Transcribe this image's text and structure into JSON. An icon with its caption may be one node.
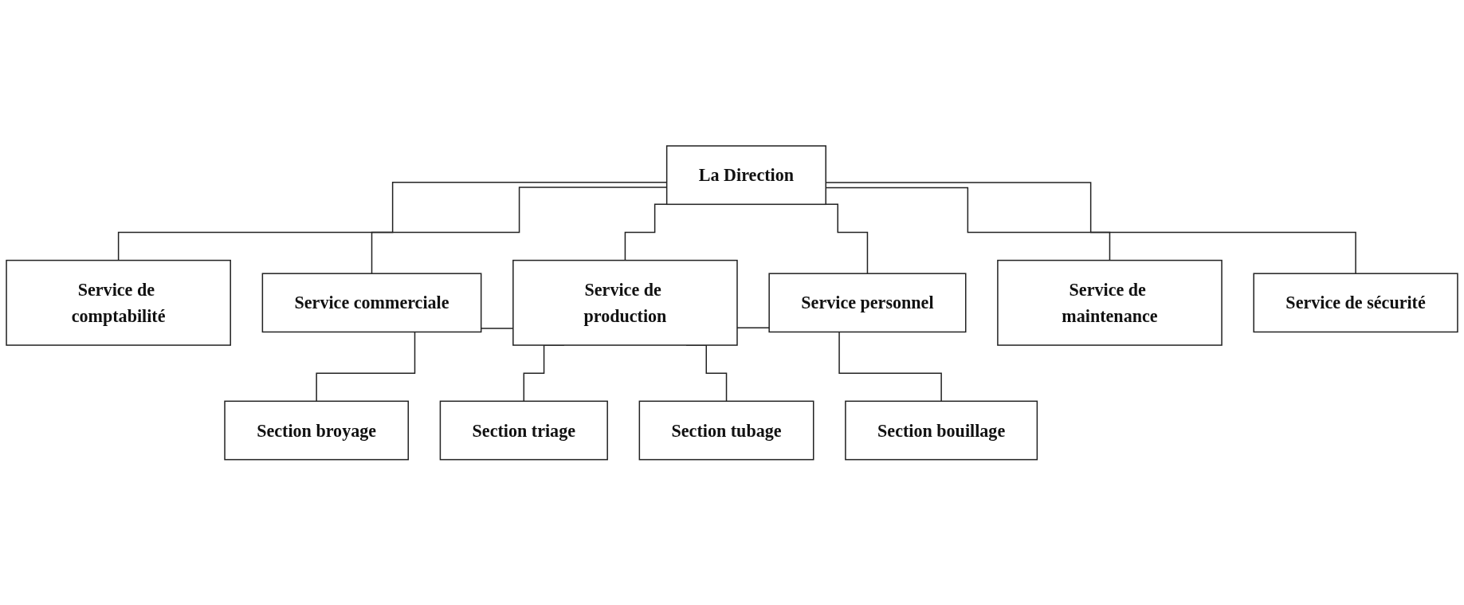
{
  "diagram": {
    "nodes": [
      {
        "text": [
          "La Direction"
        ]
      },
      {
        "text": [
          "Service de comptabilité"
        ]
      },
      {
        "text": [
          "Service commerciale"
        ]
      },
      {
        "text": [
          "Service de production"
        ]
      },
      {
        "text": [
          "Service personnel"
        ]
      },
      {
        "text": [
          "Service de maintenance"
        ]
      },
      {
        "text": [
          "Service de sécurité"
        ]
      },
      {
        "text": [
          "Section broyage"
        ]
      },
      {
        "text": [
          "Section triage"
        ]
      },
      {
        "text": [
          "Section tubage"
        ]
      },
      {
        "text": [
          "Section bouillage"
        ]
      }
    ],
    "edges": [
      {
        "from": 0,
        "to": 1,
        "arrow": "none"
      },
      {
        "from": 0,
        "to": 2,
        "arrow": "none"
      },
      {
        "from": 0,
        "to": 3,
        "arrow": "none"
      },
      {
        "from": 0,
        "to": 4,
        "arrow": "none"
      },
      {
        "from": 0,
        "to": 5,
        "arrow": "none"
      },
      {
        "from": 0,
        "to": 6,
        "arrow": "none"
      },
      {
        "from": 3,
        "to": 7,
        "arrow": "none"
      },
      {
        "from": 3,
        "to": 8,
        "arrow": "none"
      },
      {
        "from": 3,
        "to": 9,
        "arrow": "none"
      },
      {
        "from": 3,
        "to": 10,
        "arrow": "none"
      }
    ]
  }
}
